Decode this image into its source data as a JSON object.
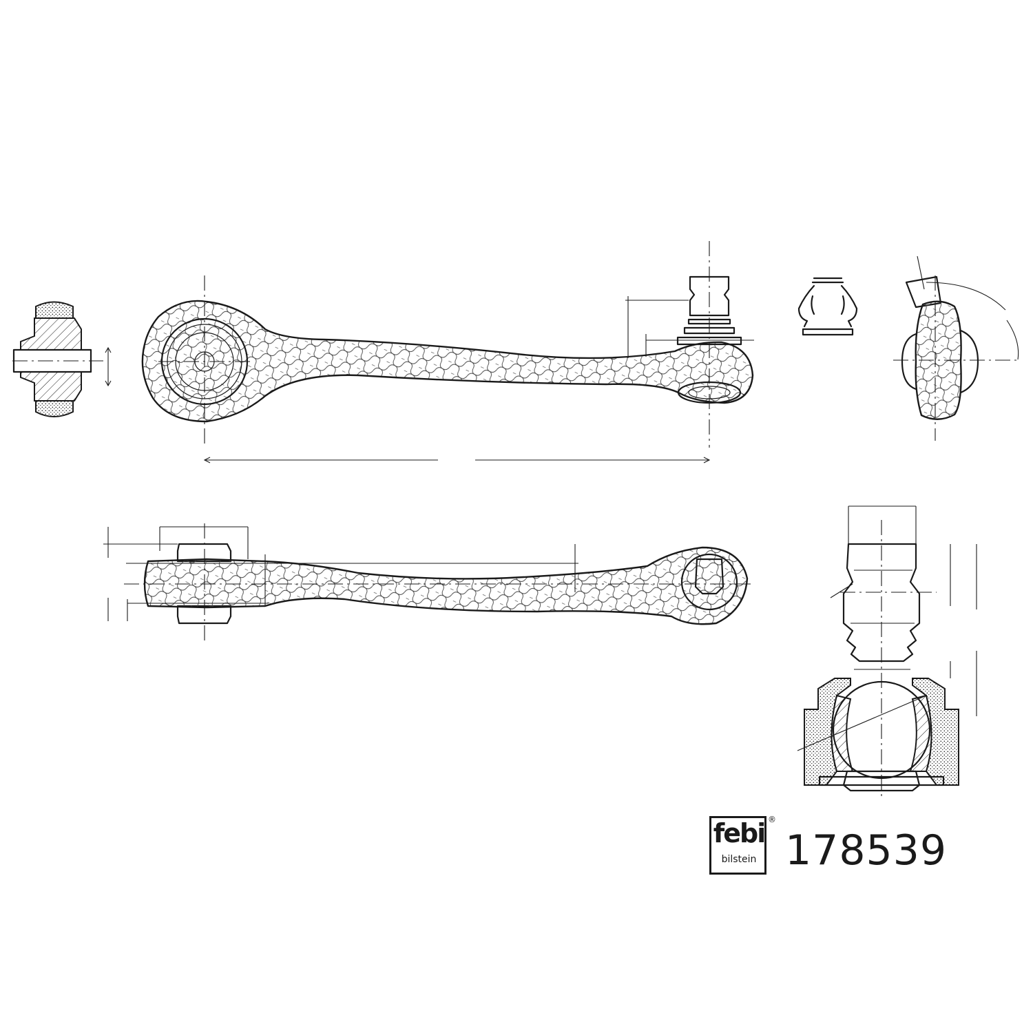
{
  "brand": {
    "name": "febi",
    "subline": "bilstein",
    "registered_mark": "®"
  },
  "part_number": "178539",
  "views": [
    {
      "name": "bushing-section"
    },
    {
      "name": "top-view"
    },
    {
      "name": "boot-and-clip"
    },
    {
      "name": "end-view"
    },
    {
      "name": "side-view"
    },
    {
      "name": "ball-joint-section"
    }
  ]
}
